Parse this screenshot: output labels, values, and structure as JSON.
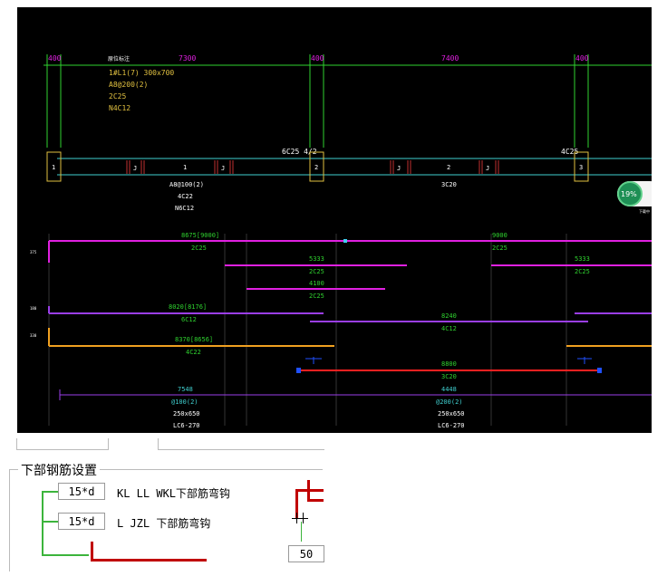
{
  "cad": {
    "spans_top": [
      "400",
      "7300",
      "400",
      "7400",
      "400"
    ],
    "beam_label": {
      "title": "原位标注",
      "lines": [
        "1#L1(7) 300x700",
        "A8@200(2)",
        "2C25",
        "N4C12"
      ]
    },
    "top_rebar_labels": [
      "6C25 4/2",
      "4C25"
    ],
    "supports": [
      "1",
      "2",
      "3"
    ],
    "span_numbers": [
      "1",
      "2"
    ],
    "span_marks": [
      "J",
      "J",
      "J",
      "J"
    ],
    "span1_info": [
      "A8@100(2)",
      "4C22",
      "N6C12"
    ],
    "span2_info": [
      "3C20"
    ],
    "progress": {
      "value": "19%",
      "caption": "下载中"
    },
    "row1": {
      "label_a": "8675[9000]",
      "sub_a": "2C25",
      "label_b": "9000",
      "sub_b": "2C25",
      "left_num": "375"
    },
    "row2": [
      {
        "num": "5333",
        "sub": "2C25"
      },
      {
        "num": "4100",
        "sub": "2C25"
      },
      {
        "num": "5333",
        "sub": "2C25"
      }
    ],
    "row3": {
      "label_a": "8020[8176]",
      "sub_a": "6C12",
      "label_b": "8240",
      "sub_b": "4C12",
      "left_num": "180"
    },
    "row4": {
      "label_a": "8370[8656]",
      "sub_a": "4C22",
      "left_num": "330"
    },
    "row5": {
      "label": "8800",
      "sub": "3C20"
    },
    "row6": {
      "span1": [
        "7548",
        "@100(2)",
        "250x650",
        "LC6-270"
      ],
      "span2": [
        "4448",
        "@200(2)",
        "250x650",
        "LC6-270"
      ]
    },
    "colors": {
      "green": "#2fd22f",
      "magenta": "#e020e0",
      "purple": "#9a3ee8",
      "orange": "#f0a020",
      "red": "#ff2020",
      "cyan": "#40d0d0",
      "yellow": "#e0c040"
    }
  },
  "settings": {
    "group_title": "下部钢筋设置",
    "rows": [
      {
        "value": "15*d",
        "label": "KL LL WKL下部筋弯钩"
      },
      {
        "value": "15*d",
        "label": "L JZL 下部筋弯钩"
      }
    ],
    "preview_value": "50"
  }
}
